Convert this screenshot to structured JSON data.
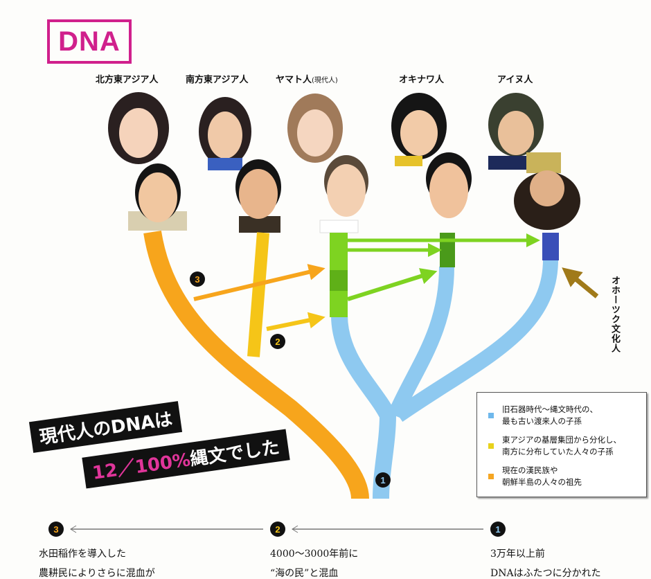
{
  "title": "DNA",
  "populations": [
    {
      "name": "北方東アジア人"
    },
    {
      "name": "南方東アジア人"
    },
    {
      "name": "ヤマト人",
      "note": "(現代人)"
    },
    {
      "name": "オキナワ人"
    },
    {
      "name": "アイヌ人"
    }
  ],
  "side_label": "オホーツク文化人",
  "banner": {
    "line1": "現代人のDNAは",
    "fraction": "12／100%",
    "line2_rest": "縄文でした"
  },
  "legend": [
    {
      "color": "#6fb8ec",
      "line1": "旧石器時代〜縄文時代の、",
      "line2": "最も古い渡来人の子孫"
    },
    {
      "color": "#e8d21c",
      "line1": "東アジアの基層集団から分化し、",
      "line2": "南方に分布していた人々の子孫"
    },
    {
      "color": "#f5a623",
      "line1": "現在の漢民族や",
      "line2": "朝鮮半島の人々の祖先"
    }
  ],
  "markers": {
    "m1": "1",
    "m2": "2",
    "m3": "3"
  },
  "timeline": [
    {
      "num": "3",
      "line1": "水田稲作を導入した",
      "line2": "農耕民によりさらに混血が"
    },
    {
      "num": "2",
      "line1": "4000〜3000年前に",
      "line2": "“海の民”と混血"
    },
    {
      "num": "1",
      "line1": "3万年以上前",
      "line2": "DNAはふたつに分かれた"
    }
  ],
  "colors": {
    "blue": "#8ec9f0",
    "yellow": "#f5c518",
    "orange": "#f7a51c",
    "green": "#7ed321",
    "dark_green": "#4a9a1a",
    "navy": "#3a4fb8",
    "brown": "#a07a1a",
    "magenta": "#d0208c"
  }
}
